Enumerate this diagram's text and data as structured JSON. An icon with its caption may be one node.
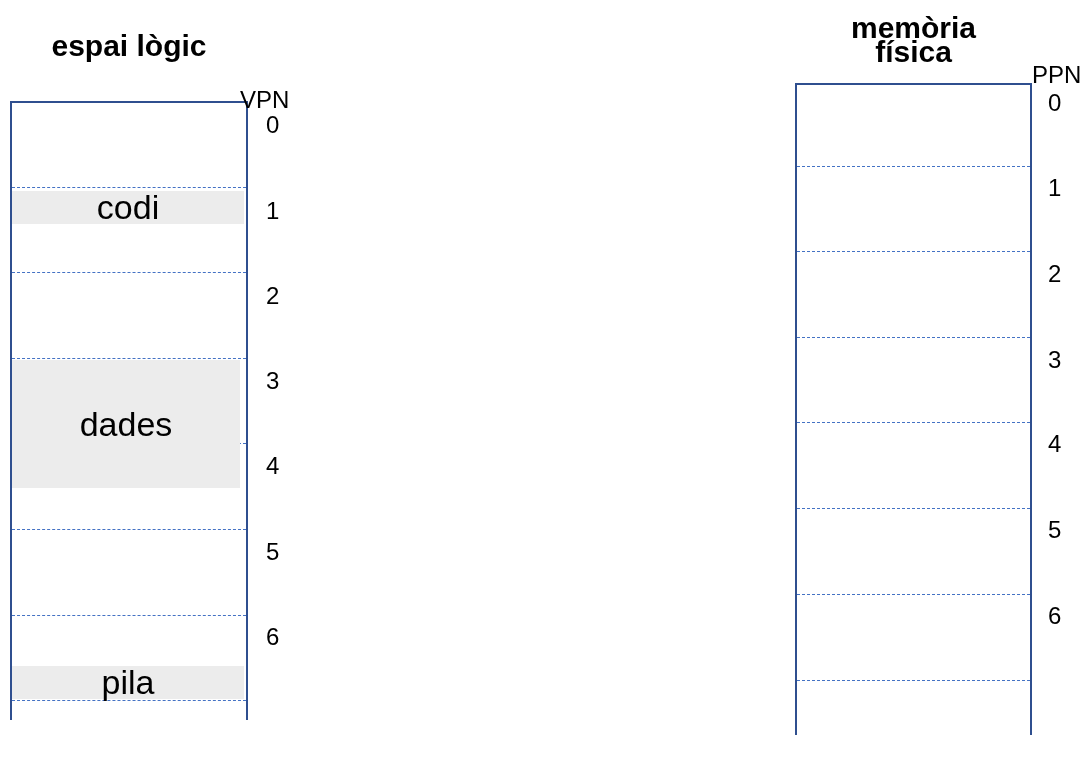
{
  "diagram": {
    "nodes": [
      {
        "text": [
          "espai lògic"
        ]
      },
      {
        "text": [
          "codi"
        ],
        "in": 0
      },
      {
        "text": [
          "dades"
        ],
        "in": 0
      },
      {
        "text": [
          "pila"
        ],
        "in": 0
      },
      {
        "text": [
          "memòria física"
        ]
      }
    ],
    "labels": [
      "VPN",
      "0",
      "1",
      "2",
      "3",
      "4",
      "5",
      "6",
      "PPN",
      "0",
      "1",
      "2",
      "3",
      "4",
      "5",
      "6"
    ]
  }
}
